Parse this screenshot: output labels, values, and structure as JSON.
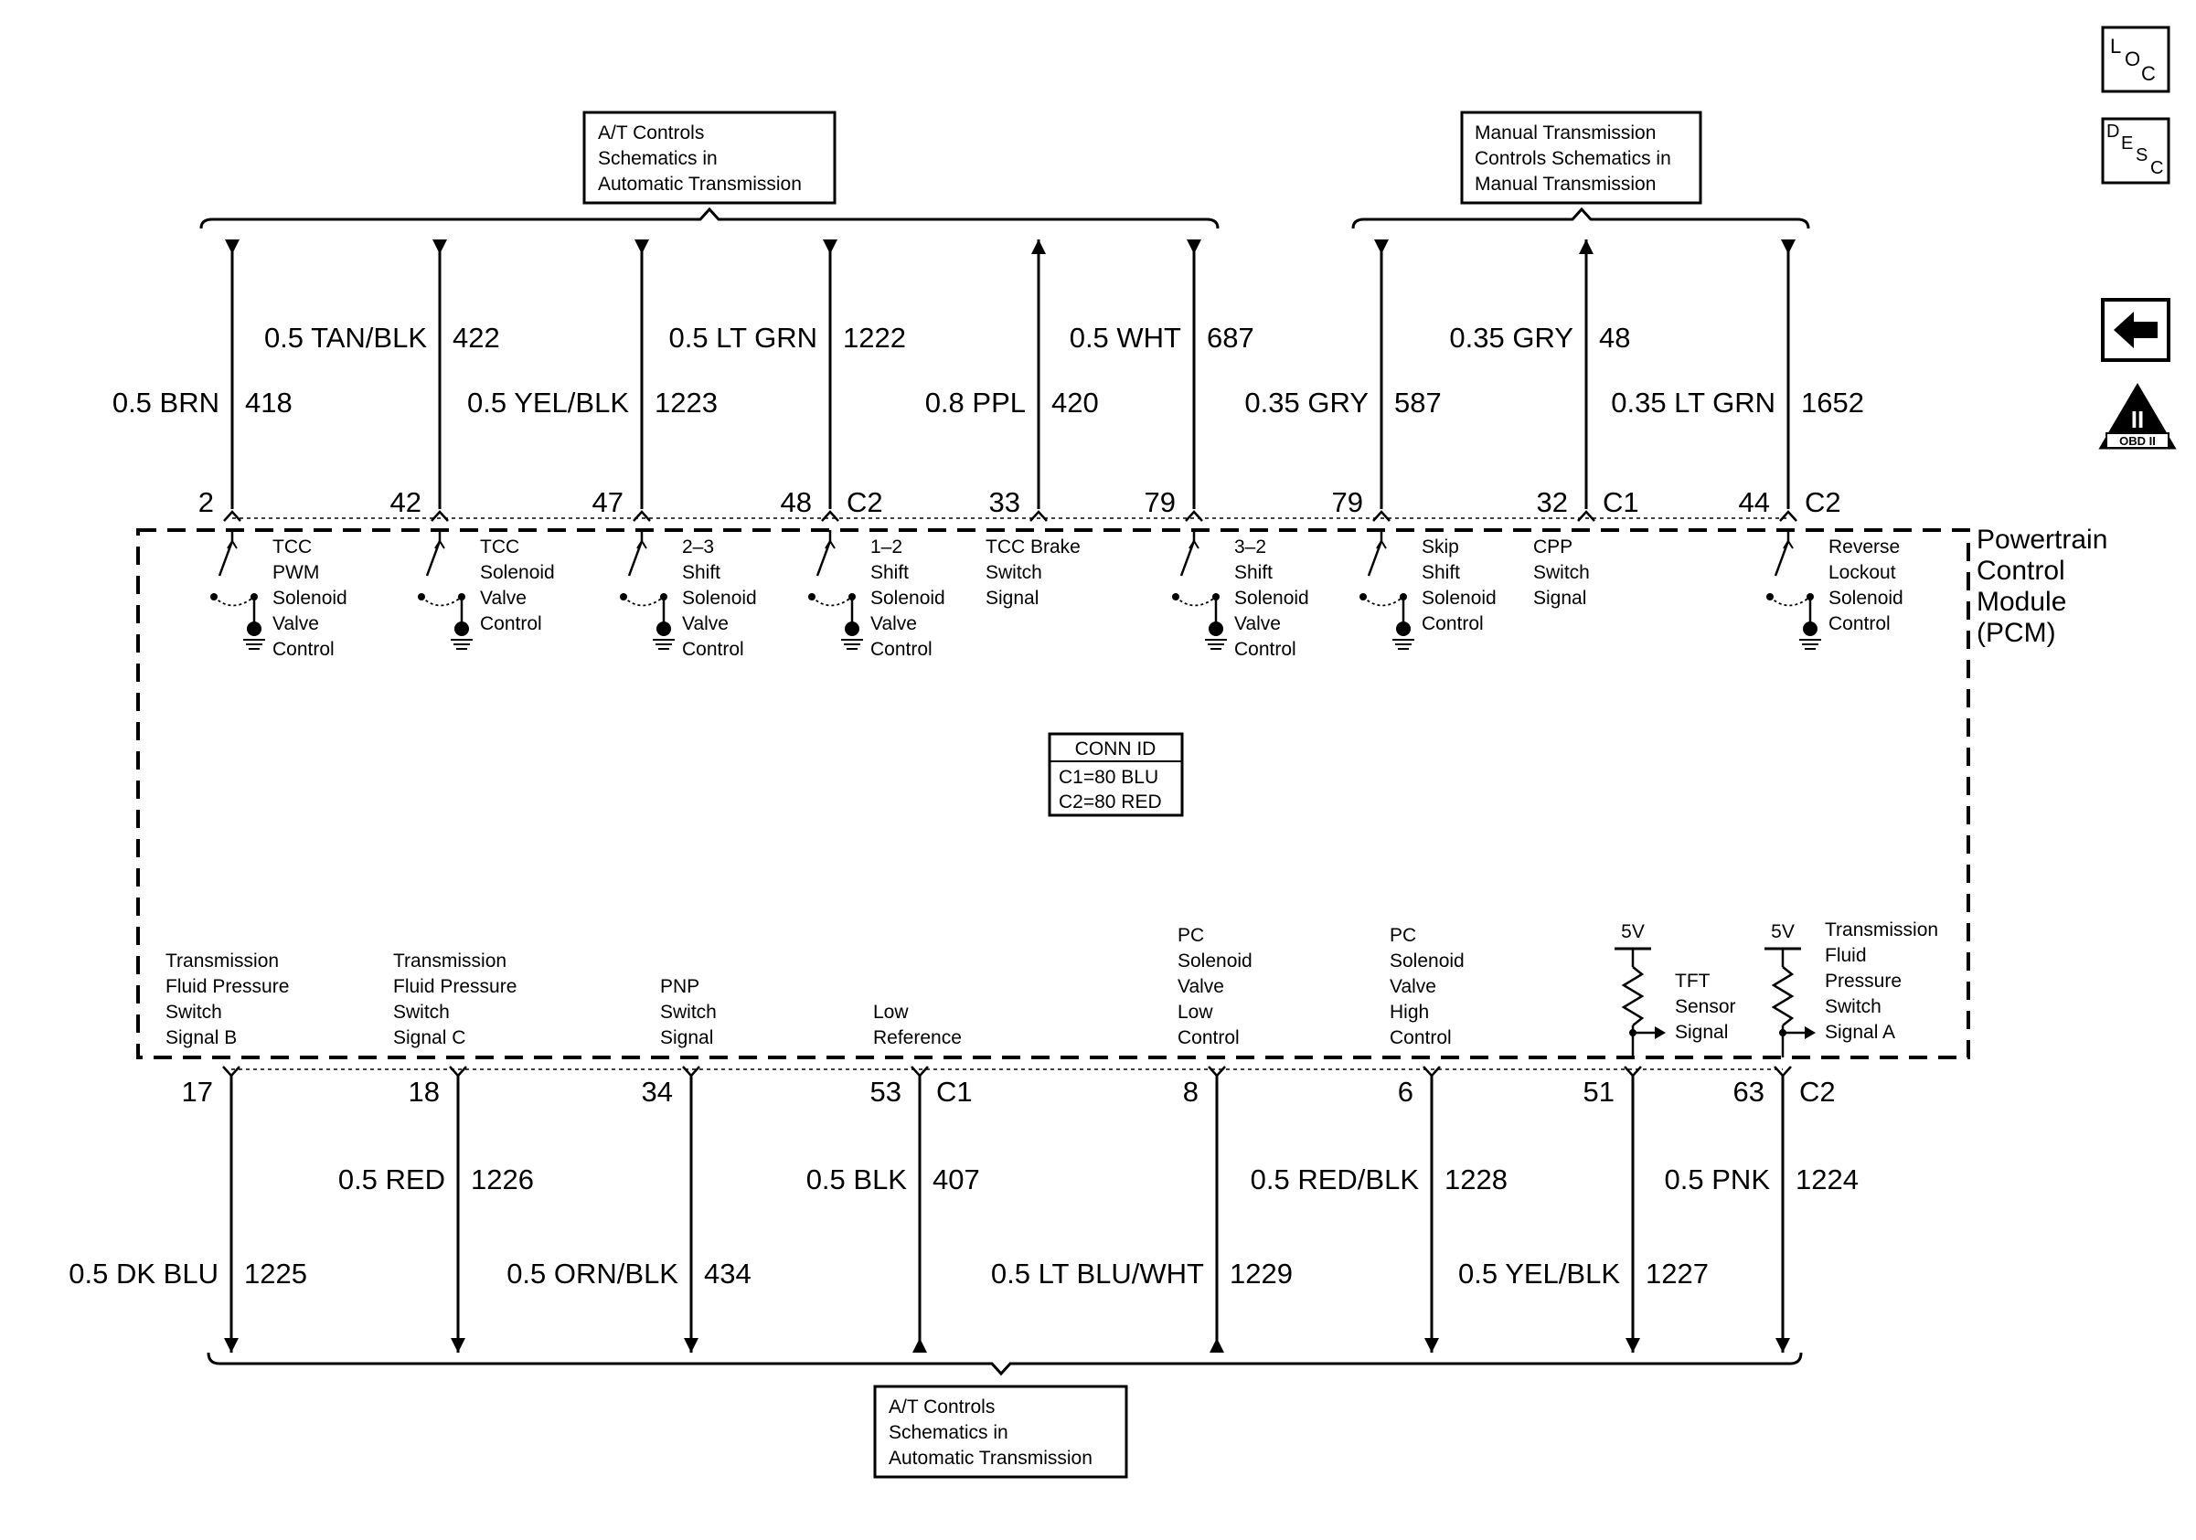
{
  "reference_top_left": [
    "A/T Controls",
    "Schematics in",
    "Automatic Transmission"
  ],
  "reference_top_right": [
    "Manual Transmission",
    "Controls Schematics in",
    "Manual Transmission"
  ],
  "reference_bottom": [
    "A/T Controls",
    "Schematics in",
    "Automatic Transmission"
  ],
  "module": [
    "Powertrain",
    "Control",
    "Module",
    "(PCM)"
  ],
  "connector_id": {
    "title": "CONN ID",
    "c1": "C1=80 BLU",
    "c2": "C2=80 RED"
  },
  "side_icons": {
    "loc": [
      "L",
      "O",
      "C"
    ],
    "desc": [
      "D",
      "E",
      "S",
      "C"
    ],
    "obd_numeral": "II",
    "obd_text": "OBD II"
  },
  "top_circuits": [
    {
      "pin": "2",
      "connector": "",
      "color": "0.5 BRN",
      "circuit": "418",
      "dir": "in",
      "row": "low",
      "switch": true,
      "label": [
        "TCC",
        "PWM",
        "Solenoid",
        "Valve",
        "Control"
      ]
    },
    {
      "pin": "42",
      "connector": "",
      "color": "0.5 TAN/BLK",
      "circuit": "422",
      "dir": "in",
      "row": "high",
      "switch": true,
      "label": [
        "TCC",
        "Solenoid",
        "Valve",
        "Control"
      ]
    },
    {
      "pin": "47",
      "connector": "",
      "color": "0.5 YEL/BLK",
      "circuit": "1223",
      "dir": "in",
      "row": "low",
      "switch": true,
      "label": [
        "2–3",
        "Shift",
        "Solenoid",
        "Valve",
        "Control"
      ]
    },
    {
      "pin": "48",
      "connector": "C2",
      "color": "0.5 LT GRN",
      "circuit": "1222",
      "dir": "in",
      "row": "high",
      "switch": true,
      "label": [
        "1–2",
        "Shift",
        "Solenoid",
        "Valve",
        "Control"
      ]
    },
    {
      "pin": "33",
      "connector": "",
      "color": "0.8 PPL",
      "circuit": "420",
      "dir": "out",
      "row": "low",
      "switch": false,
      "label": [
        "TCC Brake",
        "Switch",
        "Signal"
      ]
    },
    {
      "pin": "79",
      "connector": "",
      "color": "0.5 WHT",
      "circuit": "687",
      "dir": "in",
      "row": "high",
      "switch": true,
      "label": [
        "3–2",
        "Shift",
        "Solenoid",
        "Valve",
        "Control"
      ]
    },
    {
      "pin": "79",
      "connector": "",
      "color": "0.35 GRY",
      "circuit": "587",
      "dir": "in",
      "row": "low",
      "switch": true,
      "label": [
        "Skip",
        "Shift",
        "Solenoid",
        "Control"
      ]
    },
    {
      "pin": "32",
      "connector": "C1",
      "color": "0.35 GRY",
      "circuit": "48",
      "dir": "out",
      "row": "high",
      "switch": false,
      "label": [
        "CPP",
        "Switch",
        "Signal"
      ]
    },
    {
      "pin": "44",
      "connector": "C2",
      "color": "0.35 LT GRN",
      "circuit": "1652",
      "dir": "in",
      "row": "low",
      "switch": true,
      "label": [
        "Reverse",
        "Lockout",
        "Solenoid",
        "Control"
      ]
    }
  ],
  "bottom_circuits": [
    {
      "pin": "17",
      "connector": "",
      "color": "0.5 DK BLU",
      "circuit": "1225",
      "dir": "down",
      "row": "low",
      "label": [
        "Transmission",
        "Fluid Pressure",
        "Switch",
        "Signal B"
      ]
    },
    {
      "pin": "18",
      "connector": "",
      "color": "0.5 RED",
      "circuit": "1226",
      "dir": "down",
      "row": "high",
      "label": [
        "Transmission",
        "Fluid Pressure",
        "Switch",
        "Signal C"
      ]
    },
    {
      "pin": "34",
      "connector": "",
      "color": "0.5 ORN/BLK",
      "circuit": "434",
      "dir": "down",
      "row": "low",
      "label": [
        "PNP",
        "Switch",
        "Signal"
      ]
    },
    {
      "pin": "53",
      "connector": "C1",
      "color": "0.5 BLK",
      "circuit": "407",
      "dir": "up",
      "row": "high",
      "label": [
        "Low",
        "Reference"
      ]
    },
    {
      "pin": "8",
      "connector": "",
      "color": "0.5 LT BLU/WHT",
      "circuit": "1229",
      "dir": "up",
      "row": "low",
      "label": [
        "PC",
        "Solenoid",
        "Valve",
        "Low",
        "Control"
      ]
    },
    {
      "pin": "6",
      "connector": "",
      "color": "0.5 RED/BLK",
      "circuit": "1228",
      "dir": "down",
      "row": "high",
      "label": [
        "PC",
        "Solenoid",
        "Valve",
        "High",
        "Control"
      ]
    },
    {
      "pin": "51",
      "connector": "",
      "color": "0.5 YEL/BLK",
      "circuit": "1227",
      "dir": "down",
      "row": "low",
      "label": [
        "TFT",
        "Sensor",
        "Signal"
      ],
      "pullup": "5V"
    },
    {
      "pin": "63",
      "connector": "C2",
      "color": "0.5 PNK",
      "circuit": "1224",
      "dir": "down",
      "row": "high",
      "label": [
        "Transmission",
        "Fluid",
        "Pressure",
        "Switch",
        "Signal A"
      ],
      "pullup": "5V"
    }
  ]
}
